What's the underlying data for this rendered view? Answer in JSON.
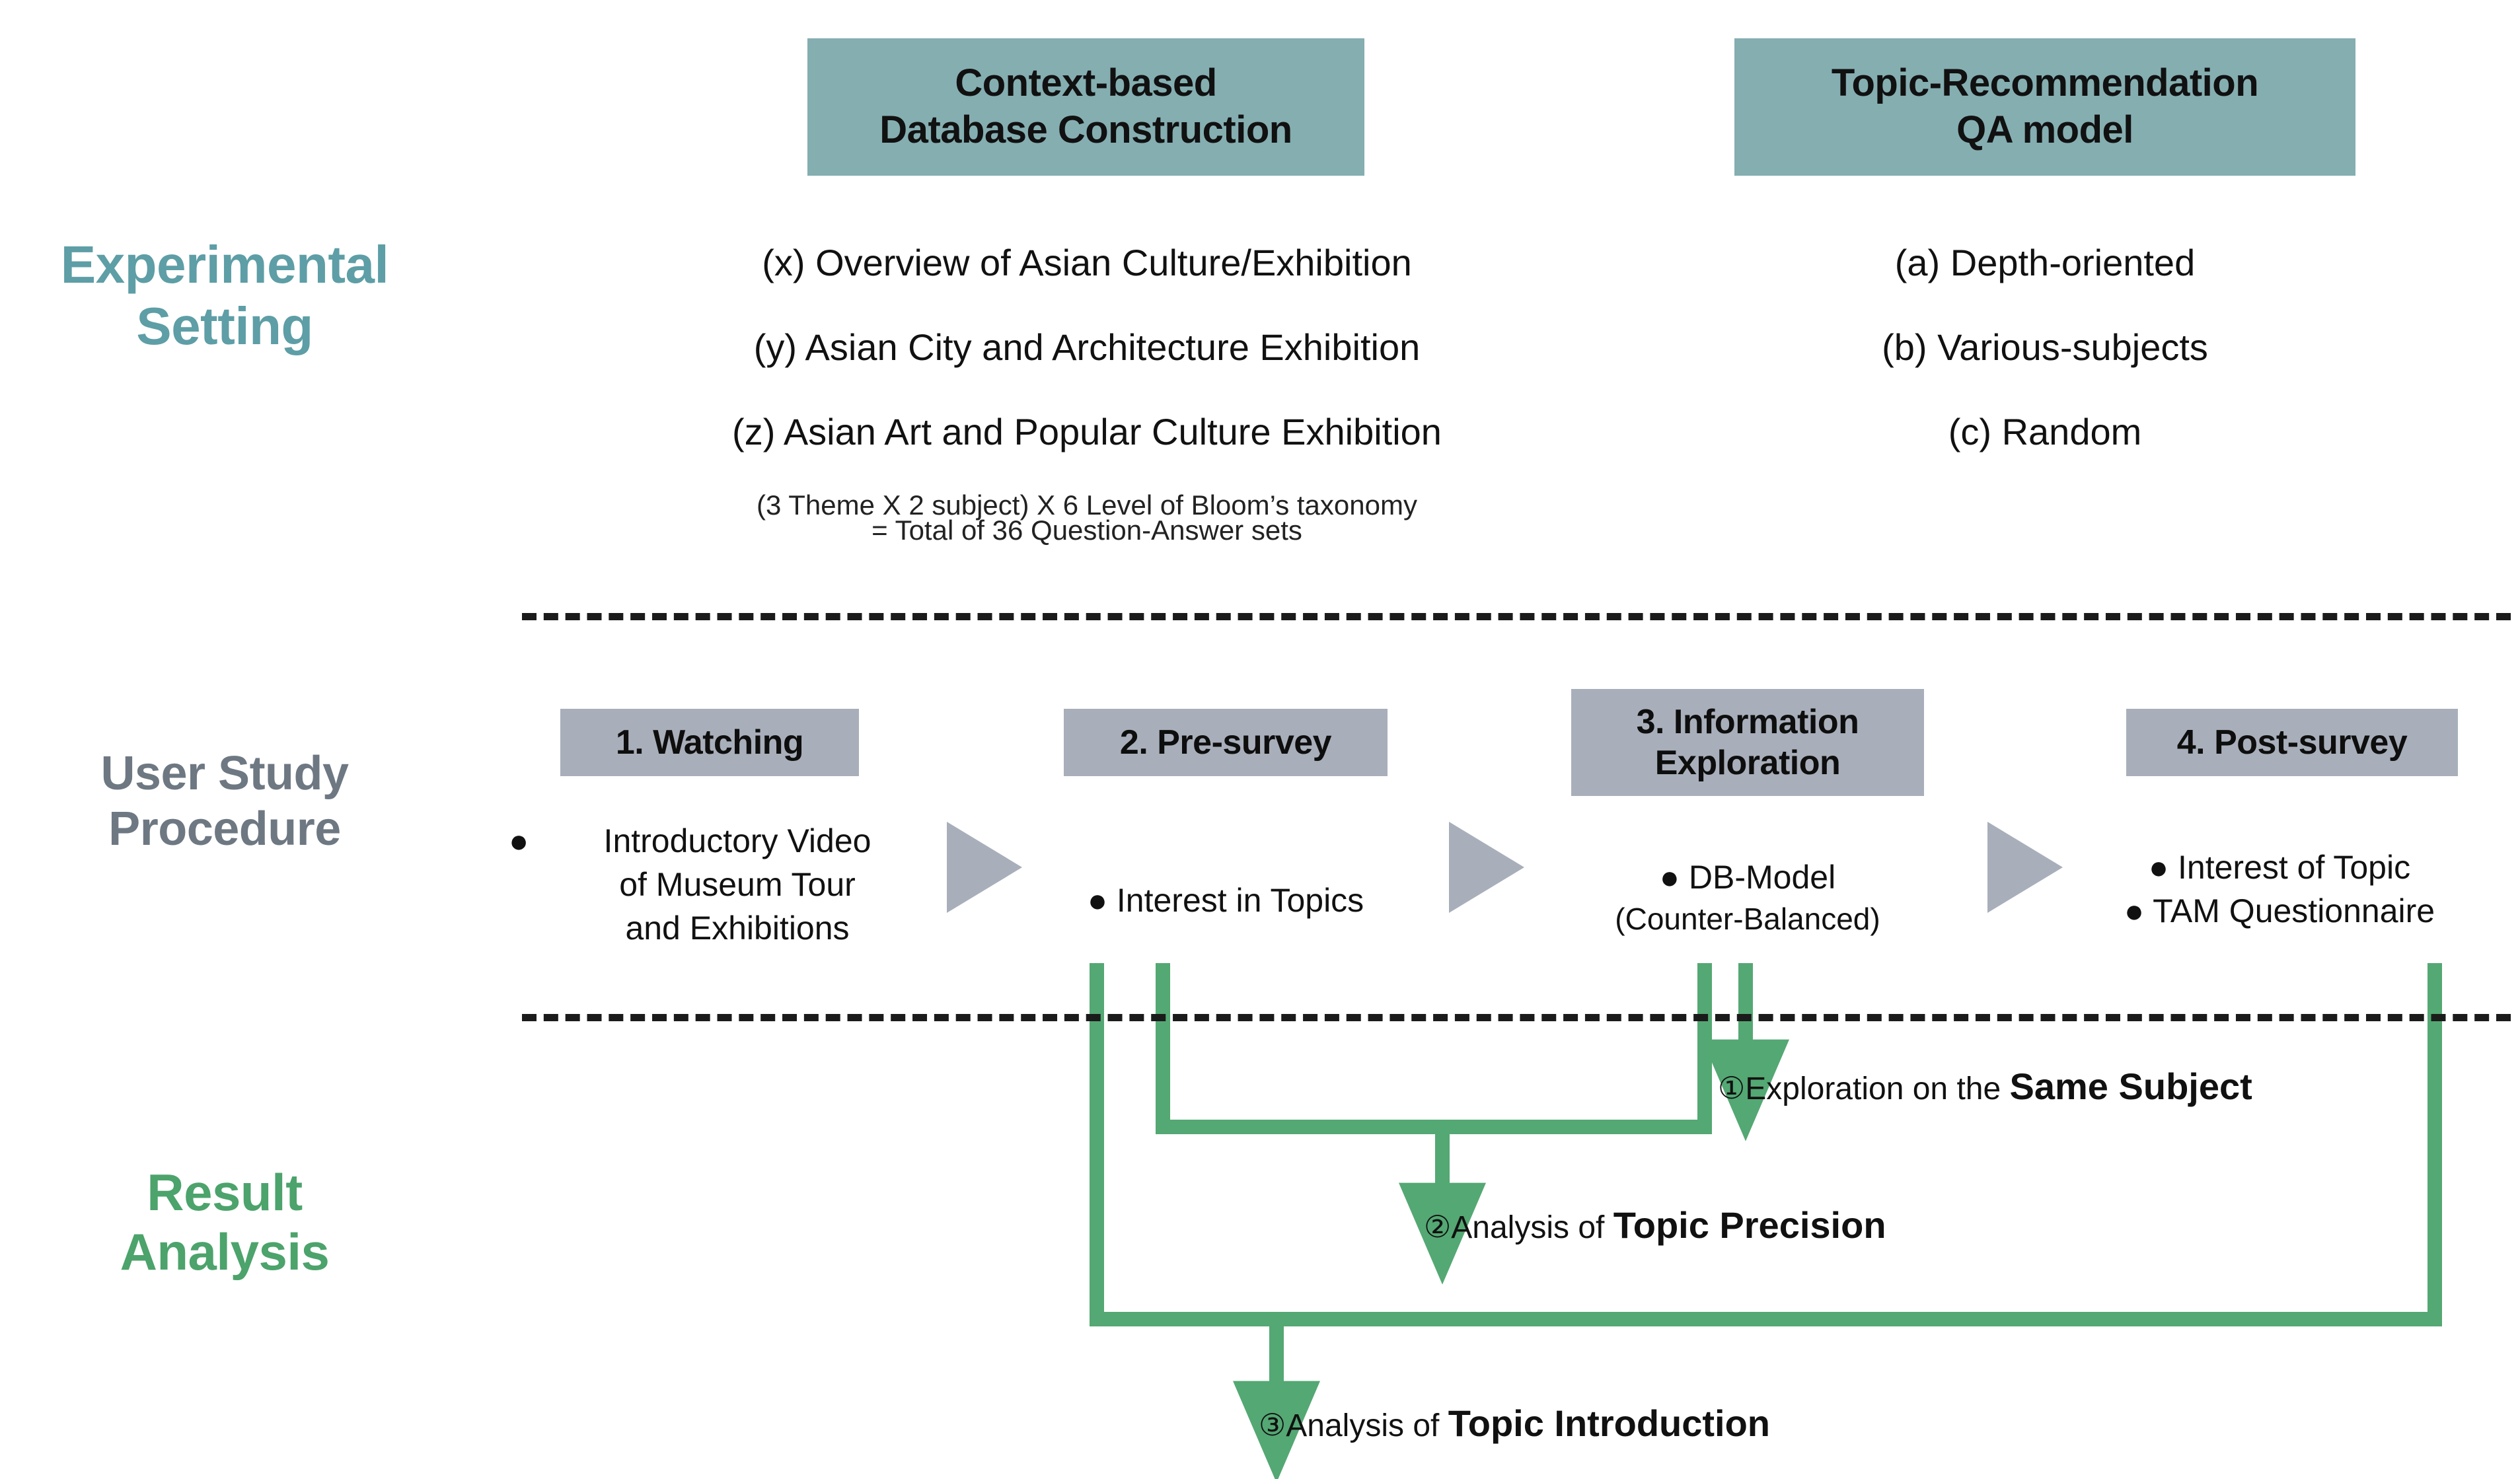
{
  "rows": {
    "experimental": {
      "label": "Experimental\nSetting",
      "line1": "Experimental",
      "line2": "Setting",
      "color": "#5E9EA6"
    },
    "user_study": {
      "line1": "User Study",
      "line2": "Procedure",
      "color": "#6E7883"
    },
    "result": {
      "line1": "Result",
      "line2": "Analysis",
      "color": "#4CA36B"
    }
  },
  "headers": {
    "db": {
      "line1": "Context-based",
      "line2": "Database Construction",
      "bg": "#85AEB1"
    },
    "qa": {
      "line1": "Topic-Recommendation",
      "line2": "QA model",
      "bg": "#85AEB1"
    }
  },
  "experimental_setting": {
    "database_items": [
      "(x) Overview of Asian Culture/Exhibition",
      "(y) Asian City and Architecture Exhibition",
      "(z) Asian Art and Popular Culture Exhibition"
    ],
    "note_line1": "(3 Theme X 2 subject) X 6 Level of Bloom’s taxonomy",
    "note_line2": "= Total of 36 Question-Answer sets",
    "qa_items": [
      "(a) Depth-oriented",
      "(b) Various-subjects",
      "(c) Random"
    ]
  },
  "user_study_procedure": {
    "steps": [
      {
        "chip": "1. Watching",
        "bullet": "●",
        "body_lines": [
          "Introductory Video",
          "of Museum Tour",
          "and Exhibitions"
        ]
      },
      {
        "chip": "2. Pre-survey",
        "body_lines": [
          "● Interest in Topics"
        ]
      },
      {
        "chip_line1": "3. Information",
        "chip_line2": "Exploration",
        "body_lines": [
          "● DB-Model"
        ],
        "sub_line": "(Counter-Balanced)"
      },
      {
        "chip": "4. Post-survey",
        "body_lines": [
          "● Interest of Topic",
          "● TAM Questionnaire"
        ]
      }
    ],
    "chip_bg": "#A8AFBA",
    "arrow_color": "#A8AFBA"
  },
  "result_analysis": {
    "accent": "#4CA36B",
    "items": [
      {
        "num": "①",
        "prefix": "Exploration on the ",
        "emphasis": "Same Subject"
      },
      {
        "num": "②",
        "prefix": "Analysis of ",
        "emphasis": "Topic Precision"
      },
      {
        "num": "③",
        "prefix": "Analysis of ",
        "emphasis": "Topic Introduction"
      }
    ]
  }
}
